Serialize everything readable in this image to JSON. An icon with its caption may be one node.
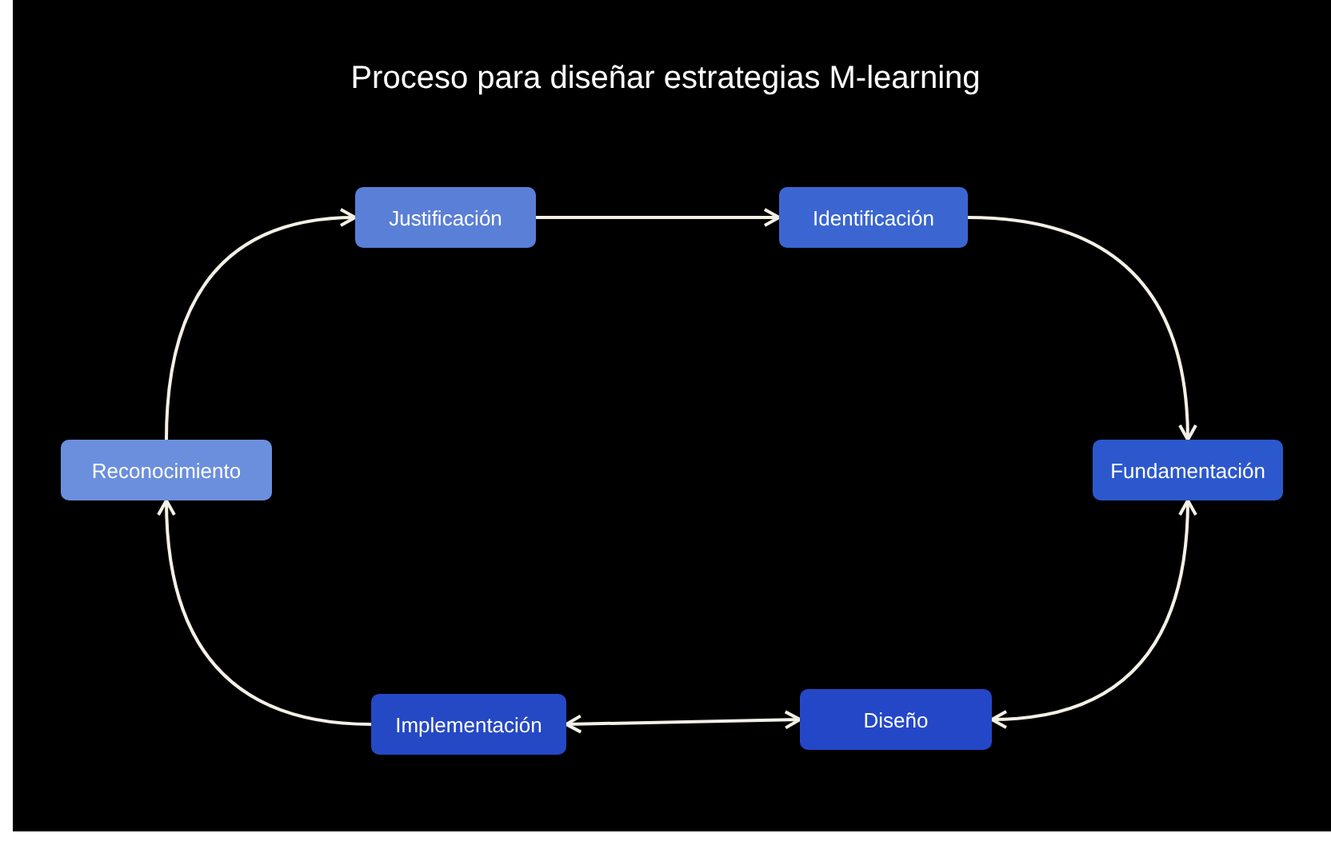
{
  "diagram": {
    "title": "Proceso para diseñar estrategias M-learning",
    "nodes": [
      {
        "text": [
          "Justificación"
        ]
      },
      {
        "text": [
          "Identificación"
        ]
      },
      {
        "text": [
          "Fundamentación"
        ]
      },
      {
        "text": [
          "Diseño"
        ]
      },
      {
        "text": [
          "Implementación"
        ]
      },
      {
        "text": [
          "Reconocimiento"
        ]
      }
    ],
    "edges": [
      {
        "from": 0,
        "to": 1,
        "arrow": "to"
      },
      {
        "from": 1,
        "to": 2,
        "arrow": "to"
      },
      {
        "from": 3,
        "to": 2,
        "arrow": "both"
      },
      {
        "from": 4,
        "to": 3,
        "arrow": "both"
      },
      {
        "from": 4,
        "to": 5,
        "arrow": "to"
      },
      {
        "from": 5,
        "to": 0,
        "arrow": "to"
      }
    ]
  }
}
